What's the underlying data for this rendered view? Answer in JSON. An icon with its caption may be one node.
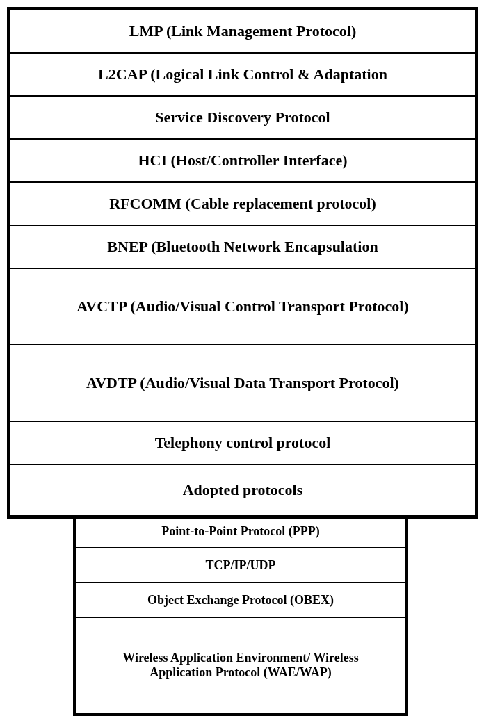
{
  "diagram": {
    "nodes": [
      {
        "text": [
          "LMP (Link Management Protocol)"
        ]
      },
      {
        "text": [
          "L2CAP (Logical Link Control & Adaptation"
        ]
      },
      {
        "text": [
          "Service Discovery Protocol"
        ]
      },
      {
        "text": [
          "HCI (Host/Controller Interface)"
        ]
      },
      {
        "text": [
          "RFCOMM (Cable replacement protocol)"
        ]
      },
      {
        "text": [
          "BNEP (Bluetooth Network Encapsulation"
        ]
      },
      {
        "text": [
          "AVCTP (Audio/Visual Control Transport Protocol)"
        ]
      },
      {
        "text": [
          "AVDTP (Audio/Visual Data Transport Protocol)"
        ]
      },
      {
        "text": [
          "Telephony control protocol"
        ]
      },
      {
        "text": [
          "Adopted protocols"
        ]
      },
      {
        "text": [
          "Point-to-Point Protocol (PPP)"
        ]
      },
      {
        "text": [
          "TCP/IP/UDP"
        ]
      },
      {
        "text": [
          "Object Exchange Protocol (OBEX)"
        ]
      },
      {
        "text": [
          "Wireless Application Environment/ Wireless Application Protocol (WAE/WAP)"
        ]
      }
    ],
    "edges": []
  }
}
